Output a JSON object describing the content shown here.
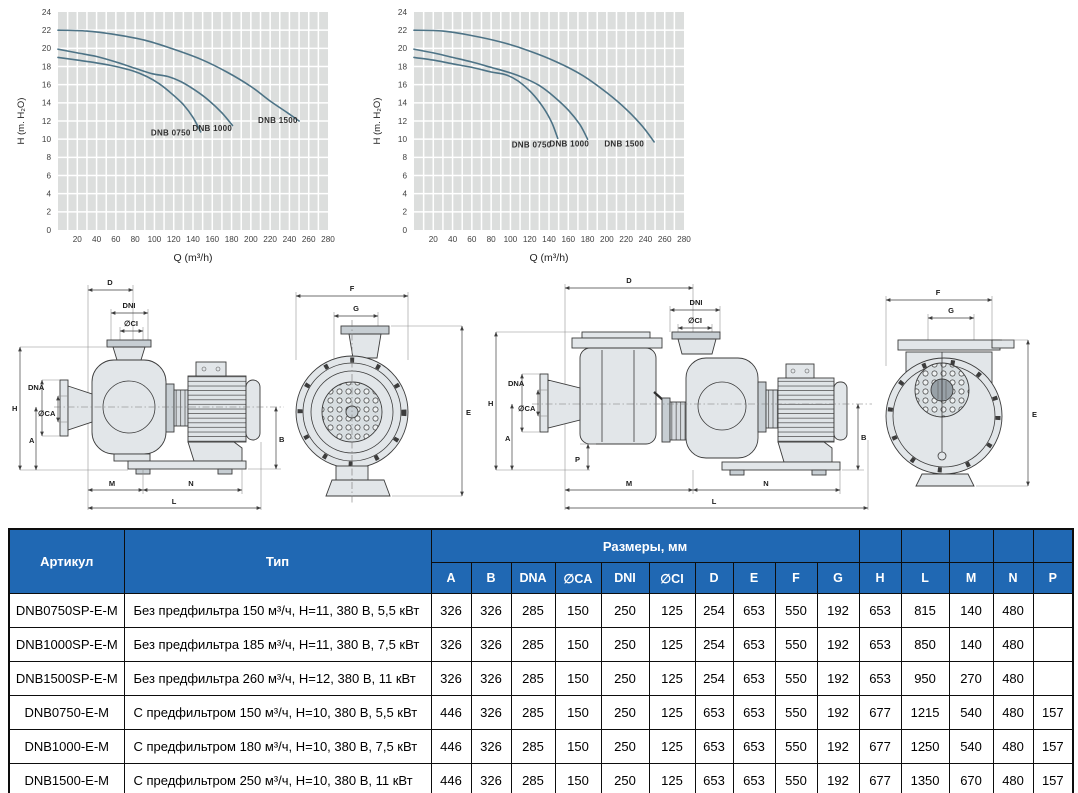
{
  "colors": {
    "header_blue": "#2068b3",
    "curve": "#4d7386",
    "grid_cell": "#dcdedd",
    "grid_line": "#ffffff"
  },
  "dims": {
    "D": "D",
    "DNI": "DNI",
    "CI": "∅CI",
    "DNA": "DNA",
    "CA": "∅CA",
    "H": "H",
    "A": "A",
    "B": "B",
    "M": "M",
    "N": "N",
    "L": "L",
    "F": "F",
    "G": "G",
    "E": "E",
    "P": "P"
  },
  "chart_data": [
    {
      "id": "left",
      "type": "line",
      "title": "",
      "xlabel": "Q (m³/h)",
      "ylabel": "H (m. H₂O)",
      "xlim": [
        0,
        280
      ],
      "ylim": [
        0,
        24
      ],
      "xtick_step": 20,
      "ytick_step": 2,
      "grid_x_step": 10,
      "grid_y_step": 2,
      "grid": true,
      "legend": "inline-labels",
      "series": [
        {
          "name": "DNB 0750",
          "label_pos": [
            117,
            10.4
          ],
          "points": [
            [
              0,
              19.0
            ],
            [
              20,
              18.7
            ],
            [
              40,
              18.4
            ],
            [
              60,
              18.0
            ],
            [
              78,
              17.5
            ],
            [
              92,
              16.9
            ],
            [
              105,
              16.1
            ],
            [
              118,
              15.0
            ],
            [
              130,
              13.8
            ],
            [
              140,
              12.4
            ],
            [
              148,
              10.8
            ]
          ]
        },
        {
          "name": "DNB 1000",
          "label_pos": [
            160,
            10.9
          ],
          "points": [
            [
              0,
              19.9
            ],
            [
              20,
              19.5
            ],
            [
              40,
              19.1
            ],
            [
              60,
              18.5
            ],
            [
              80,
              17.8
            ],
            [
              98,
              17.2
            ],
            [
              114,
              16.9
            ],
            [
              128,
              16.3
            ],
            [
              142,
              15.4
            ],
            [
              156,
              14.3
            ],
            [
              170,
              12.9
            ],
            [
              181,
              11.5
            ]
          ]
        },
        {
          "name": "DNB 1500",
          "label_pos": [
            228,
            11.8
          ],
          "points": [
            [
              0,
              22.0
            ],
            [
              30,
              21.9
            ],
            [
              60,
              21.5
            ],
            [
              90,
              20.9
            ],
            [
              120,
              19.9
            ],
            [
              148,
              18.8
            ],
            [
              175,
              17.4
            ],
            [
              200,
              15.8
            ],
            [
              220,
              14.2
            ],
            [
              238,
              12.9
            ],
            [
              250,
              12.0
            ]
          ]
        }
      ]
    },
    {
      "id": "right",
      "type": "line",
      "title": "",
      "xlabel": "Q (m³/h)",
      "ylabel": "H (m. H₂O)",
      "xlim": [
        0,
        280
      ],
      "ylim": [
        0,
        24
      ],
      "xtick_step": 20,
      "ytick_step": 2,
      "grid_x_step": 10,
      "grid_y_step": 2,
      "grid": true,
      "legend": "inline-labels",
      "series": [
        {
          "name": "DNB 0750",
          "label_pos": [
            122,
            9.1
          ],
          "points": [
            [
              0,
              19.0
            ],
            [
              20,
              18.7
            ],
            [
              40,
              18.3
            ],
            [
              60,
              17.9
            ],
            [
              80,
              17.4
            ],
            [
              95,
              17.1
            ],
            [
              108,
              16.4
            ],
            [
              122,
              15.1
            ],
            [
              134,
              13.5
            ],
            [
              143,
              11.8
            ],
            [
              149,
              10.1
            ]
          ]
        },
        {
          "name": "DNB 1000",
          "label_pos": [
            161,
            9.2
          ],
          "points": [
            [
              0,
              19.9
            ],
            [
              20,
              19.5
            ],
            [
              40,
              19.0
            ],
            [
              60,
              18.5
            ],
            [
              80,
              17.9
            ],
            [
              100,
              17.3
            ],
            [
              115,
              16.7
            ],
            [
              130,
              15.9
            ],
            [
              145,
              14.7
            ],
            [
              160,
              13.2
            ],
            [
              172,
              11.6
            ],
            [
              180,
              10.0
            ]
          ]
        },
        {
          "name": "DNB 1500",
          "label_pos": [
            218,
            9.2
          ],
          "points": [
            [
              0,
              22.0
            ],
            [
              30,
              21.9
            ],
            [
              60,
              21.4
            ],
            [
              90,
              20.7
            ],
            [
              120,
              19.7
            ],
            [
              148,
              18.5
            ],
            [
              175,
              17.0
            ],
            [
              200,
              15.1
            ],
            [
              220,
              13.3
            ],
            [
              237,
              11.4
            ],
            [
              249,
              9.7
            ]
          ]
        }
      ]
    }
  ],
  "table": {
    "header": {
      "article": "Артикул",
      "type": "Тип",
      "sizes": "Размеры, мм"
    },
    "columns": [
      "A",
      "B",
      "DNA",
      "∅CA",
      "DNI",
      "∅CI",
      "D",
      "E",
      "F",
      "G",
      "H",
      "L",
      "M",
      "N",
      "P"
    ],
    "rows": [
      {
        "article": "DNB0750SP-E-M",
        "type": "Без предфильтра 150 м³/ч, Н=11, 380 В, 5,5 кВт",
        "values": [
          "326",
          "326",
          "285",
          "150",
          "250",
          "125",
          "254",
          "653",
          "550",
          "192",
          "653",
          "815",
          "140",
          "480",
          ""
        ]
      },
      {
        "article": "DNB1000SP-E-M",
        "type": "Без предфильтра 185 м³/ч, Н=11, 380 В, 7,5 кВт",
        "values": [
          "326",
          "326",
          "285",
          "150",
          "250",
          "125",
          "254",
          "653",
          "550",
          "192",
          "653",
          "850",
          "140",
          "480",
          ""
        ]
      },
      {
        "article": "DNB1500SP-E-M",
        "type": "Без предфильтра 260 м³/ч, Н=12, 380 В, 11 кВт",
        "values": [
          "326",
          "326",
          "285",
          "150",
          "250",
          "125",
          "254",
          "653",
          "550",
          "192",
          "653",
          "950",
          "270",
          "480",
          ""
        ]
      },
      {
        "article": "DNB0750-E-M",
        "type": "С предфильтром 150 м³/ч, Н=10, 380 В, 5,5 кВт",
        "values": [
          "446",
          "326",
          "285",
          "150",
          "250",
          "125",
          "653",
          "653",
          "550",
          "192",
          "677",
          "1215",
          "540",
          "480",
          "157"
        ]
      },
      {
        "article": "DNB1000-E-M",
        "type": "С предфильтром 180 м³/ч, Н=10, 380 В, 7,5 кВт",
        "values": [
          "446",
          "326",
          "285",
          "150",
          "250",
          "125",
          "653",
          "653",
          "550",
          "192",
          "677",
          "1250",
          "540",
          "480",
          "157"
        ]
      },
      {
        "article": "DNB1500-E-M",
        "type": "С предфильтром 250 м³/ч, Н=10, 380 В, 11 кВт",
        "values": [
          "446",
          "326",
          "285",
          "150",
          "250",
          "125",
          "653",
          "653",
          "550",
          "192",
          "677",
          "1350",
          "670",
          "480",
          "157"
        ]
      }
    ]
  }
}
